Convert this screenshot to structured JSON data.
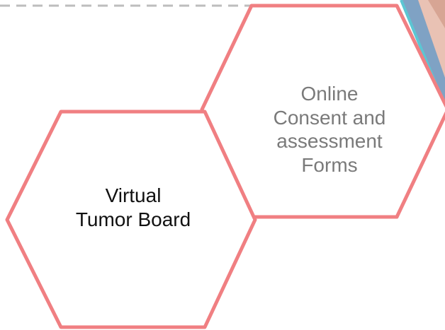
{
  "hexagons": {
    "virtual_tumor_board": {
      "line1": "Virtual",
      "line2": "Tumor Board"
    },
    "online_consent": {
      "line1": "Online",
      "line2": "Consent and",
      "line3": "assessment",
      "line4": "Forms"
    }
  },
  "colors": {
    "hex_border": "#f07f82",
    "dashed_line": "#bdbdbd",
    "photo_border": "#5cc6d3",
    "online_consent_text": "#7a7a7a",
    "virtual_tumor_board_text": "#111111"
  }
}
